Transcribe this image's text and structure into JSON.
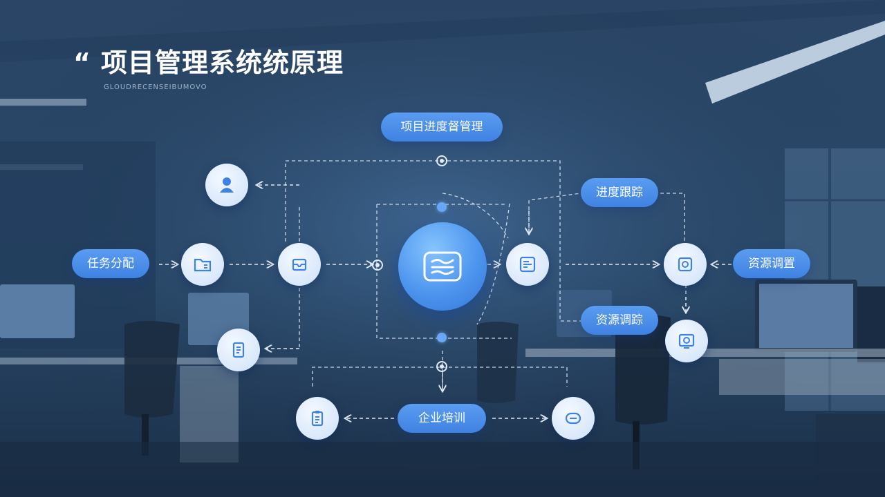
{
  "header": {
    "quote_mark": "“",
    "title": "项目管理系统统原理",
    "subtitle": "GLOUDRECENSEIBUMOVO"
  },
  "diagram": {
    "top_label": "项目进度督管理",
    "left_label": "任务分配",
    "right_top_label": "进度跟踪",
    "right_label": "资源调置",
    "right_mid_label": "资源调踪",
    "bottom_label": "企业培训"
  },
  "icons": {
    "hub": "document-list-icon",
    "top_left": "user-icon",
    "left": "folder-icon",
    "inner_left": "inbox-icon",
    "bottom_left": "document-icon",
    "right_inner": "dashboard-icon",
    "right": "settings-icon",
    "right_bottom": "monitor-icon",
    "bottom_left_2": "clipboard-icon",
    "bottom_right": "chat-icon"
  },
  "colors": {
    "accent": "#4a8de8",
    "node_fill": "#dbe9fb",
    "line": "#c9d6e6"
  }
}
